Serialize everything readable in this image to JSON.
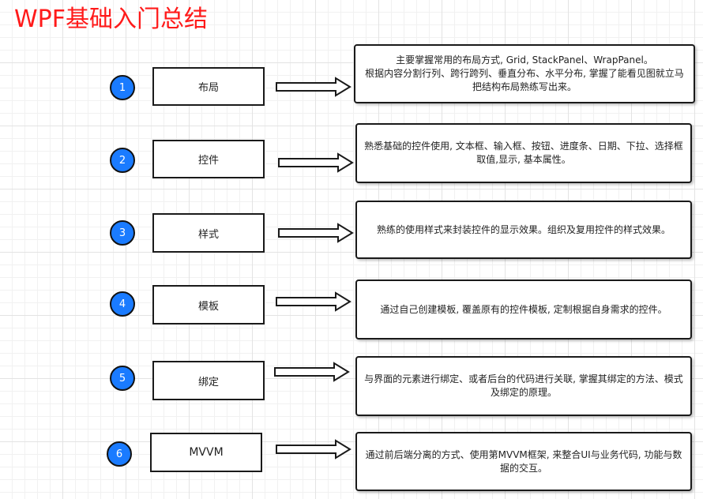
{
  "title": "WPF基础入门总结",
  "colors": {
    "title": "#ff1a1a",
    "circle_fill": "#1a7bff",
    "border": "#1a1a1a"
  },
  "items": [
    {
      "number": "1",
      "label": "布局",
      "description": "主要掌握常用的布局方式, Grid, StackPanel、WrapPanel。\n根据内容分割行列、跨行跨列、垂直分布、水平分布, 掌握了能看见图就立马把结构布局熟练写出来。"
    },
    {
      "number": "2",
      "label": "控件",
      "description": "熟悉基础的控件使用, 文本框、输入框、按钮、进度条、日期、下拉、选择框 取值,显示, 基本属性。"
    },
    {
      "number": "3",
      "label": "样式",
      "description": "熟练的使用样式来封装控件的显示效果。组织及复用控件的样式效果。"
    },
    {
      "number": "4",
      "label": "模板",
      "description": "通过自己创建模板, 覆盖原有的控件模板, 定制根据自身需求的控件。"
    },
    {
      "number": "5",
      "label": "绑定",
      "description": "与界面的元素进行绑定、或者后台的代码进行关联, 掌握其绑定的方法、模式及绑定的原理。"
    },
    {
      "number": "6",
      "label": "MVVM",
      "description": "通过前后端分离的方式、使用第MVVM框架, 来整合UI与业务代码, 功能与数据的交互。"
    }
  ]
}
